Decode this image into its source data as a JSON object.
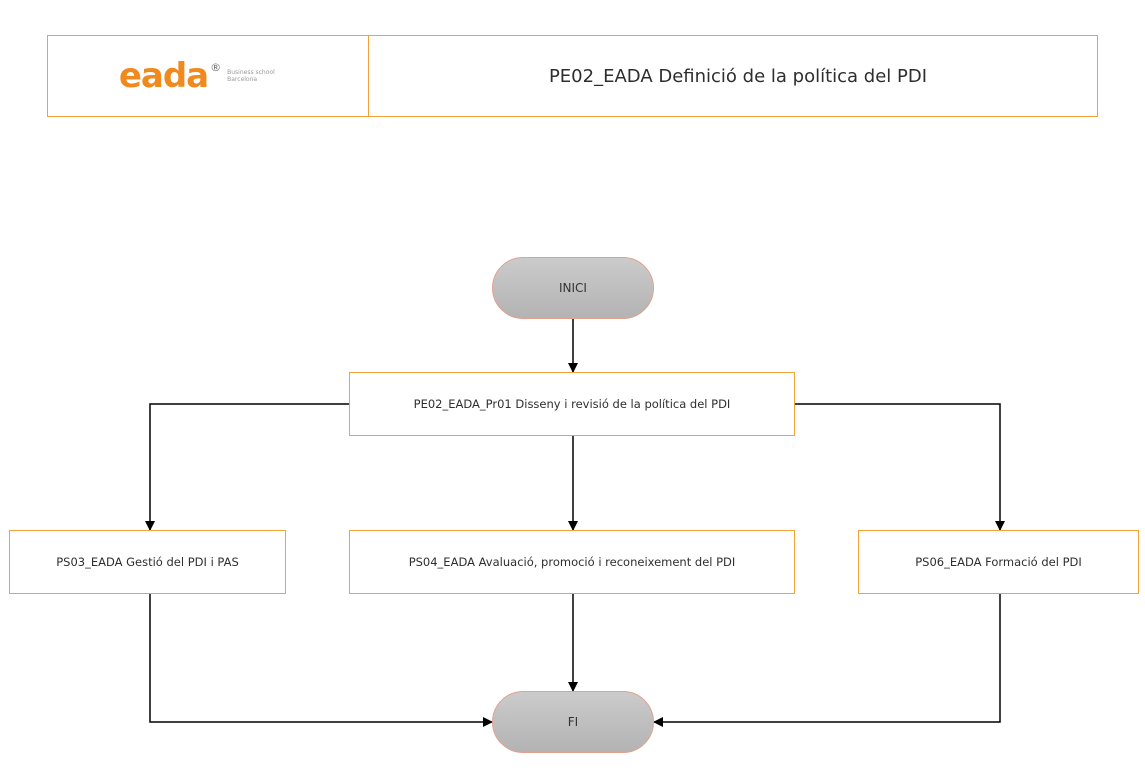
{
  "header": {
    "logo_text": "eada",
    "logo_registered": "®",
    "logo_tagline": "Business school Barcelona",
    "title": "PE02_EADA Definició de la política del PDI"
  },
  "flowchart": {
    "start_label": "INICI",
    "end_label": "FI",
    "nodes": {
      "pe02": "PE02_EADA_Pr01 Disseny i revisió de la política del PDI",
      "ps03": "PS03_EADA Gestió del PDI i PAS",
      "ps04": "PS04_EADA Avaluació, promoció i reconeixement del PDI",
      "ps06": "PS06_EADA Formació del PDI"
    }
  },
  "colors": {
    "accent_orange": "#f3a23a",
    "logo_orange": "#f08a1f",
    "terminal_gray": "#bfbfbf",
    "connector": "#000000"
  }
}
